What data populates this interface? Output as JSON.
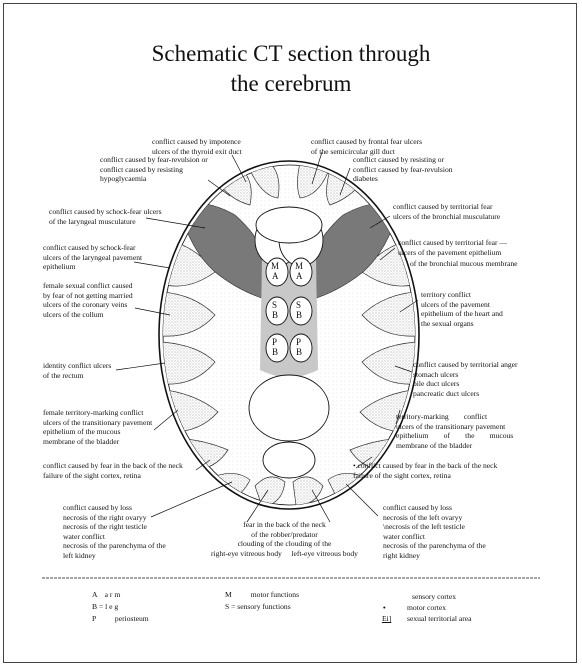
{
  "title_line1": "Schematic CT section through",
  "title_line2": "the cerebrum",
  "brain_symbols": {
    "m_left": "M",
    "a_left": "A",
    "m_right": "M",
    "a_right": "A",
    "s_left": "S",
    "b_left": "B",
    "s_right": "S",
    "b_right": "B",
    "p_left": "P",
    "b2_left": "B",
    "p_right": "P",
    "b2_right": "B"
  },
  "labels": {
    "impotence": "conflict caused by impotence\nulcers of the thyroid exit duct",
    "fear_revulsion_left": "conflict caused by fear-revulsion or\nconflict caused by resisting\nhypoglycaemia",
    "frontal_fear": "conflict caused by frontal fear ulcers\nof the semicircular gill duct",
    "resisting_right": "conflict caused by resisting or\nconflict caused by fear-revulsion\ndiabetes",
    "schock_laryngeal_musc": "conflict caused by schock-fear ulcers\nof the laryngeal musculature",
    "territorial_fear_bronch_musc": "conflict caused by territorial fear\nulcers of the bronchial musculature",
    "schock_laryngeal_epith": "conflict caused by schock-fear\nulcers of the laryngeal pavement\nepithelium",
    "territorial_fear_pavement": "conflict caused by territorial fear —\nulcers of the pavement epithelium",
    "bronchial_mucous": "of the bronchial mucous membrane",
    "female_sexual": "female sexual conflict caused\nby fear of not getting married\nulcers of the coronary veins\nulcers of the collum",
    "territory_conflict": "territory conflict\nulcers of the pavement\nepithelium of the heart and\nthe sexual organs",
    "identity": "identity conflict ulcers\nof the rectum",
    "territorial_anger": "conflict caused by territorial anger\nstomach ulcers\nbile duct ulcers\npancreatic duct ulcers",
    "female_marking": "female territory-marking conflict\nulcers of the transitionary pavement\nepithelium of the mucous\nmembrane of the bladder",
    "territory_marking": "territory-marking        conflict\nulcers of the transitionary pavement\nepithelium        of        the        mucous\nmembrane of the bladder",
    "fear_neck_left": "conflict caused by fear in the back of the neck\nfailure of the sight cortex, retina",
    "fear_neck_right": "• conflict caused by fear in the back of the neck\nfailure of the sight cortex, retina",
    "loss_left": "conflict caused by loss\nnecrosis of the right ovaryy\nnecrosis of the right testicle\nwater conflict\nnecrosis of the parenchyma of the\nleft kidney",
    "loss_right": "conflict caused by loss\nnecrosis of the left ovaryy\n\\necrosis of the left testicle\nwater conflict\nnecrosis of the parenchyma of the\nright kidney",
    "fear_neck_center": "fear in the back of the neck\nof the robber/predator\nclouding of the clouding of the\nright-eye vitreous body     left-eye vitreous body"
  },
  "legend": {
    "a": "A    a r m",
    "b": "B = l e g",
    "p": "P          periosteum",
    "m": "M          motor functions",
    "s": "S = sensory functions",
    "sensory_cortex": "sensory cortex",
    "motor_cortex_bullet": "•",
    "motor_cortex": "motor cortex",
    "sexual_area_symbol": "Ei]",
    "sexual_area": "sexual territorial area"
  },
  "colors": {
    "ink": "#111111",
    "stipple": "#7a7a7a",
    "dark": "#555555"
  }
}
